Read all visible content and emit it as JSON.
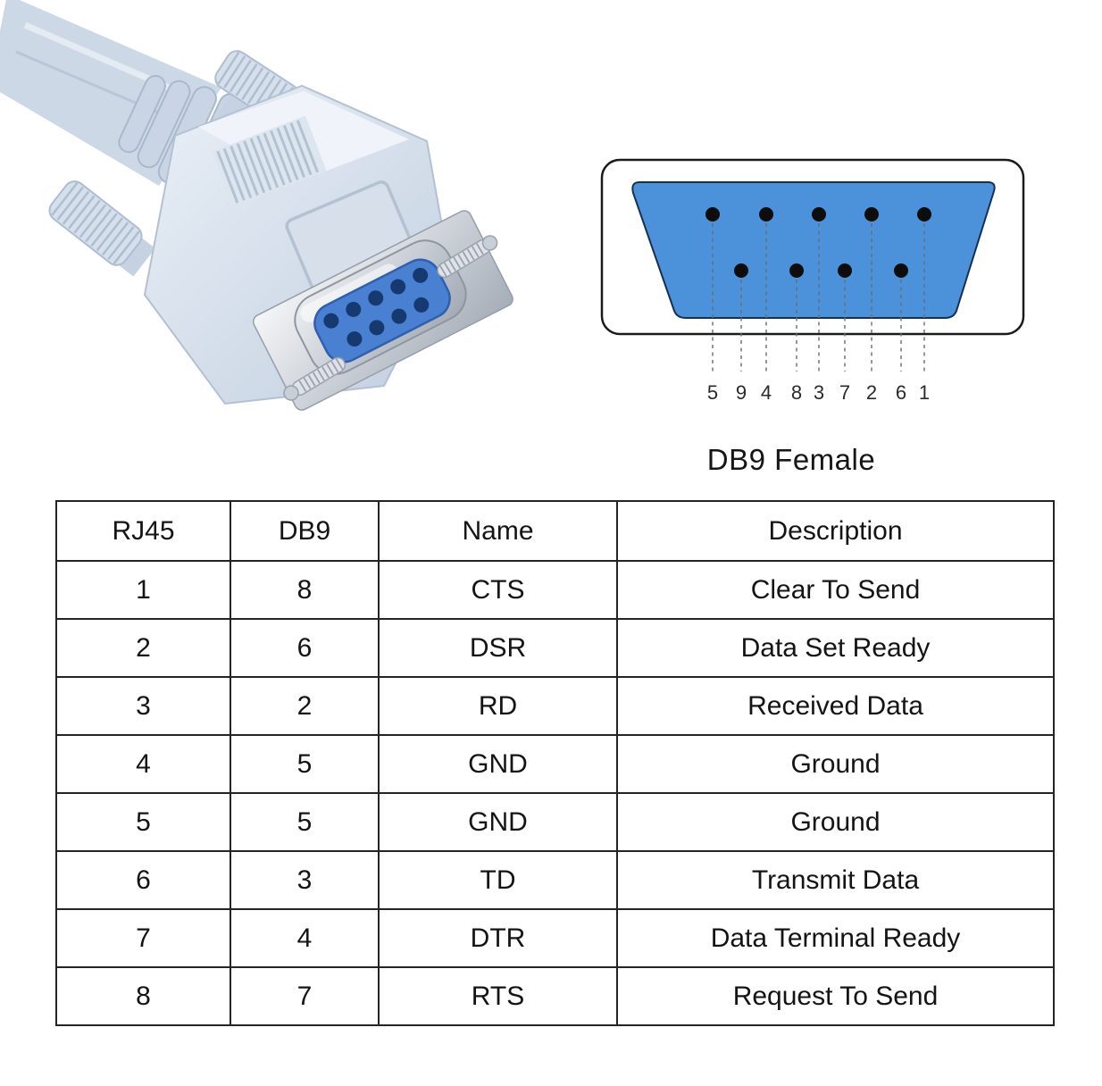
{
  "page": {
    "background_color": "#ffffff"
  },
  "photo": {
    "icon": "rj45-to-db9-female-serial-cable-photo"
  },
  "diagram": {
    "title": "DB9 Female",
    "connector_fill": "#4C92DA",
    "pin_labels": [
      "5",
      "9",
      "4",
      "8",
      "3",
      "7",
      "2",
      "6",
      "1"
    ]
  },
  "table": {
    "headers": [
      "RJ45",
      "DB9",
      "Name",
      "Description"
    ],
    "rows": [
      {
        "rj45": "1",
        "db9": "8",
        "name": "CTS",
        "description": "Clear To Send"
      },
      {
        "rj45": "2",
        "db9": "6",
        "name": "DSR",
        "description": "Data Set Ready"
      },
      {
        "rj45": "3",
        "db9": "2",
        "name": "RD",
        "description": "Received Data"
      },
      {
        "rj45": "4",
        "db9": "5",
        "name": "GND",
        "description": "Ground"
      },
      {
        "rj45": "5",
        "db9": "5",
        "name": "GND",
        "description": "Ground"
      },
      {
        "rj45": "6",
        "db9": "3",
        "name": "TD",
        "description": "Transmit Data"
      },
      {
        "rj45": "7",
        "db9": "4",
        "name": "DTR",
        "description": "Data Terminal Ready"
      },
      {
        "rj45": "8",
        "db9": "7",
        "name": "RTS",
        "description": "Request To Send"
      }
    ]
  }
}
